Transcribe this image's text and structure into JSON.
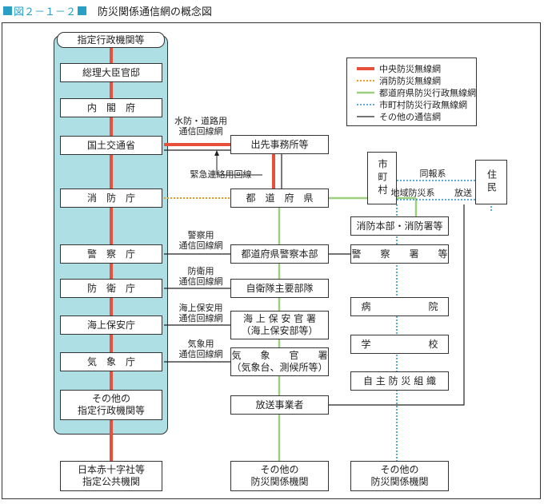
{
  "header": {
    "fig_no": "図２－１－２",
    "title": "防災関係通信網の概念図"
  },
  "panel": {
    "title": "指定行政機関等"
  },
  "left_boxes": [
    "総理大臣官邸",
    "内　閣　府",
    "国土交通省",
    "消　防　庁",
    "警　察　庁",
    "防　衛　庁",
    "海上保安庁",
    "気　象　庁",
    "その他の\n指定行政機関等"
  ],
  "bottom_left": "日本赤十字社等\n指定公共機関",
  "middle_boxes": {
    "office": "出先事務所等",
    "pref": "都　道　府　県",
    "police_hq": "都道府県警察本部",
    "sdf": "自衛隊主要部隊",
    "coast_guard": "海 上 保 安 官 署\n（海上保安部等）",
    "met": "気　　象　　官　　署\n（気象台、測候所等）",
    "broadcaster": "放送事業者",
    "other": "その他の\n防災関係機関"
  },
  "right_boxes": {
    "fire_hq": "消防本部・消防署等",
    "police": "警　　察　　署　　等",
    "hospital": "病　　　　　　院",
    "school": "学　　　　　　校",
    "volunteer": "自 主 防 災 組 織",
    "other": "その他の\n防災関係機関"
  },
  "municipality": "市町村",
  "resident": "住民",
  "labels": {
    "water": "水防・道路用\n通信回線網",
    "emergency": "緊急連絡用回線",
    "police": "警察用\n通信回線網",
    "defense": "防衛用\n通信回線網",
    "coast": "海上保安用\n通信回線網",
    "weather": "気象用\n通信回線網",
    "doho": "同報系",
    "chiiki": "地域防災系",
    "hoso": "放送"
  },
  "legend": [
    {
      "label": "中央防災無線網",
      "color": "#e8503a",
      "style": "thick"
    },
    {
      "label": "消防防災無線網",
      "color": "#f39a1e",
      "style": "dotted"
    },
    {
      "label": "都道府県防災行政無線網",
      "color": "#9ccf7e",
      "style": "solid"
    },
    {
      "label": "市町村防災行政無線網",
      "color": "#2a8fc7",
      "style": "dotted"
    },
    {
      "label": "その他の通信網",
      "color": "#222222",
      "style": "solid"
    }
  ]
}
